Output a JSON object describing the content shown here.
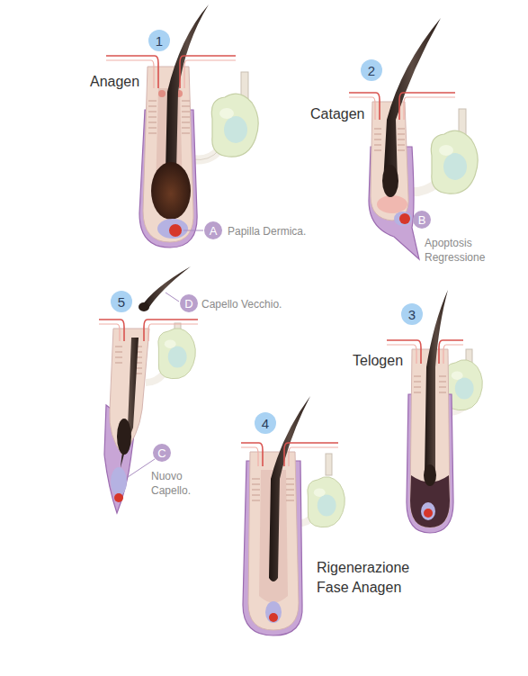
{
  "diagram": {
    "nodes": [
      {
        "text": [
          "1"
        ]
      },
      {
        "text": [
          "A"
        ]
      },
      {
        "text": [
          "2"
        ]
      },
      {
        "text": [
          "B"
        ]
      },
      {
        "text": [
          "5"
        ]
      },
      {
        "text": [
          "D"
        ]
      },
      {
        "text": [
          "C"
        ]
      },
      {
        "text": [
          "3"
        ]
      },
      {
        "text": [
          "4"
        ]
      }
    ],
    "labels": [
      "Anagen",
      "Papilla Dermica.",
      "Catagen",
      "Apoptosis Regressione",
      "Capello Vecchio.",
      "Nuovo Capello.",
      "Telogen",
      "Rigenerazione Fase Anagen"
    ]
  }
}
